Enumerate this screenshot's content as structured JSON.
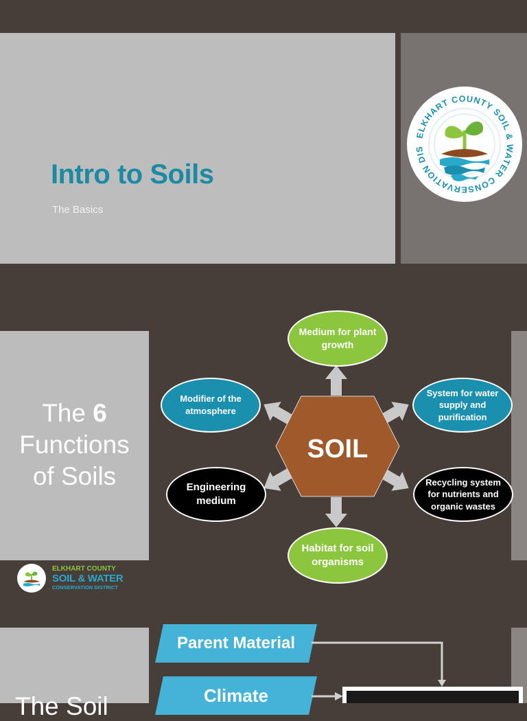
{
  "slide1": {
    "title": "Intro to Soils",
    "subtitle": "The Basics",
    "logo_text": "ELKHART COUNTY SOIL & WATER CONSERVATION DISTRICT"
  },
  "slide2": {
    "title_line1_prefix": "The ",
    "title_line1_number": "6",
    "title_line2": "Functions",
    "title_line3": "of Soils",
    "center": "SOIL",
    "functions": {
      "top": "Medium for plant growth",
      "upper_left": "Modifier of the atmosphere",
      "upper_right": "System for water supply and purification",
      "lower_left": "Engineering medium",
      "lower_right": "Recycling system for nutrients and organic wastes",
      "bottom": "Habitat for soil organisms"
    },
    "logo_line1": "ELKHART COUNTY",
    "logo_line2": "SOIL & WATER",
    "logo_line3": "CONSERVATION DISTRICT"
  },
  "slide3": {
    "title_partial": "The Soil",
    "factor1": "Parent Material",
    "factor2": "Climate"
  },
  "colors": {
    "background": "#473d39",
    "title_teal": "#1d8aa3",
    "green": "#8cc63f",
    "teal": "#1b8fae",
    "soil_brown": "#a0592a",
    "factor_blue": "#45b3d8"
  }
}
